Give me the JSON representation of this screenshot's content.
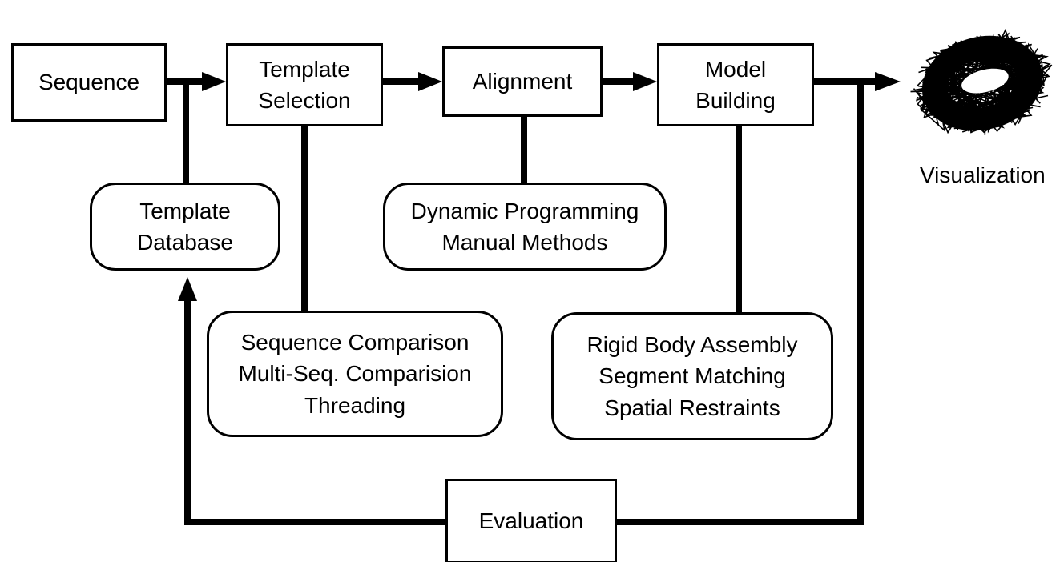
{
  "nodes": {
    "sequence": {
      "lines": [
        "Sequence"
      ]
    },
    "template_selection": {
      "lines": [
        "Template",
        "Selection"
      ]
    },
    "alignment": {
      "lines": [
        "Alignment"
      ]
    },
    "model_building": {
      "lines": [
        "Model",
        "Building"
      ]
    },
    "template_database": {
      "lines": [
        "Template",
        "Database"
      ]
    },
    "alignment_methods": {
      "lines": [
        "Dynamic Programming",
        "Manual Methods"
      ]
    },
    "selection_methods": {
      "lines": [
        "Sequence Comparison",
        "Multi-Seq. Comparision",
        "Threading"
      ]
    },
    "building_methods": {
      "lines": [
        "Rigid Body Assembly",
        "Segment Matching",
        "Spatial Restraints"
      ]
    },
    "evaluation": {
      "lines": [
        "Evaluation"
      ]
    }
  },
  "visualization": {
    "label": "Visualization",
    "icon": "protein-ring-structure-icon"
  },
  "colors": {
    "line": "#000000",
    "background": "#ffffff"
  }
}
